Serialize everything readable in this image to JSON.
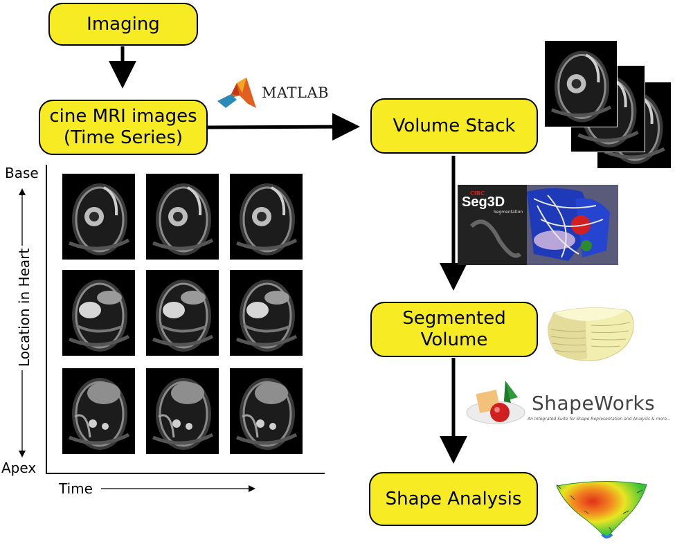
{
  "nodes": {
    "imaging": "Imaging",
    "cine": "cine MRI images\n(Time Series)",
    "volume_stack": "Volume Stack",
    "segmented": "Segmented\nVolume",
    "shape": "Shape Analysis"
  },
  "axes": {
    "base": "Base",
    "apex": "Apex",
    "location": "Location in Heart",
    "time": "Time"
  },
  "logos": {
    "matlab": "MATLAB",
    "seg3d_brand": "CIBC",
    "seg3d": "Seg3D",
    "seg3d_sub": "Segmentation",
    "shapeworks": "ShapeWorks",
    "shapeworks_tagline": "An Integrated Suite for Shape Representation and Analysis & more..."
  },
  "colors": {
    "node_fill": "#f7ec23",
    "outline": "#000000"
  },
  "icons": [
    "matlab-logo-icon",
    "seg3d-screenshot-icon",
    "shapeworks-logo-icon",
    "segmented-volume-render-icon",
    "shape-analysis-render-icon"
  ]
}
